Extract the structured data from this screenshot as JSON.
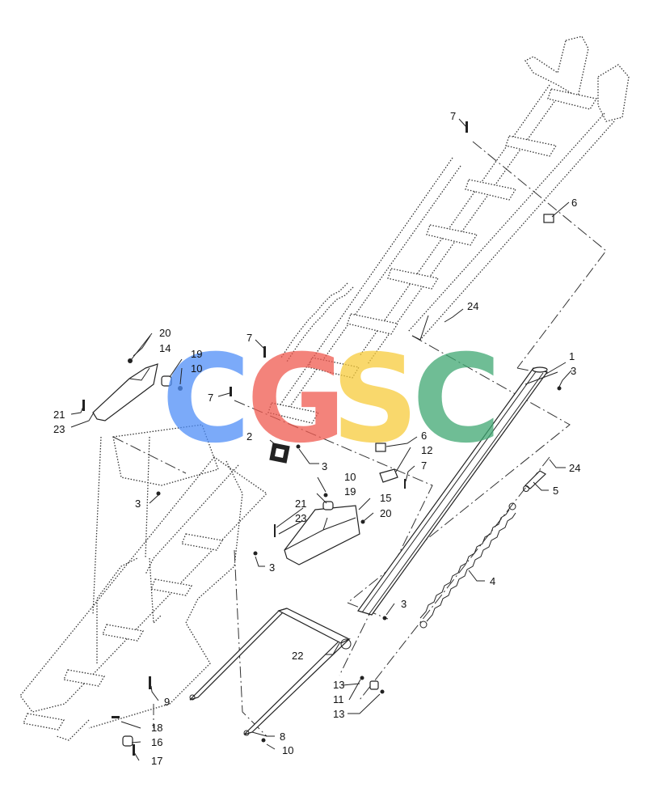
{
  "watermark": {
    "letters": [
      "C",
      "G",
      "S",
      "C"
    ],
    "colors": [
      "#4f8ef7",
      "#ef5a50",
      "#f7cc3b",
      "#3fa872"
    ]
  },
  "callouts": [
    {
      "id": "c-1",
      "text": "1"
    },
    {
      "id": "c-2",
      "text": "2"
    },
    {
      "id": "c-3a",
      "text": "3"
    },
    {
      "id": "c-3b",
      "text": "3"
    },
    {
      "id": "c-3c",
      "text": "3"
    },
    {
      "id": "c-3d",
      "text": "3"
    },
    {
      "id": "c-3e",
      "text": "3"
    },
    {
      "id": "c-4",
      "text": "4"
    },
    {
      "id": "c-5",
      "text": "5"
    },
    {
      "id": "c-6a",
      "text": "6"
    },
    {
      "id": "c-6b",
      "text": "6"
    },
    {
      "id": "c-7a",
      "text": "7"
    },
    {
      "id": "c-7b",
      "text": "7"
    },
    {
      "id": "c-7c",
      "text": "7"
    },
    {
      "id": "c-7d",
      "text": "7"
    },
    {
      "id": "c-8",
      "text": "8"
    },
    {
      "id": "c-9",
      "text": "9"
    },
    {
      "id": "c-10a",
      "text": "10"
    },
    {
      "id": "c-10b",
      "text": "10"
    },
    {
      "id": "c-10c",
      "text": "10"
    },
    {
      "id": "c-11",
      "text": "11"
    },
    {
      "id": "c-12",
      "text": "12"
    },
    {
      "id": "c-13a",
      "text": "13"
    },
    {
      "id": "c-13b",
      "text": "13"
    },
    {
      "id": "c-14",
      "text": "14"
    },
    {
      "id": "c-15",
      "text": "15"
    },
    {
      "id": "c-16",
      "text": "16"
    },
    {
      "id": "c-17",
      "text": "17"
    },
    {
      "id": "c-18",
      "text": "18"
    },
    {
      "id": "c-19a",
      "text": "19"
    },
    {
      "id": "c-19b",
      "text": "19"
    },
    {
      "id": "c-20a",
      "text": "20"
    },
    {
      "id": "c-20b",
      "text": "20"
    },
    {
      "id": "c-21a",
      "text": "21"
    },
    {
      "id": "c-21b",
      "text": "21"
    },
    {
      "id": "c-22",
      "text": "22"
    },
    {
      "id": "c-23a",
      "text": "23"
    },
    {
      "id": "c-23b",
      "text": "23"
    },
    {
      "id": "c-24a",
      "text": "24"
    },
    {
      "id": "c-24b",
      "text": "24"
    }
  ]
}
